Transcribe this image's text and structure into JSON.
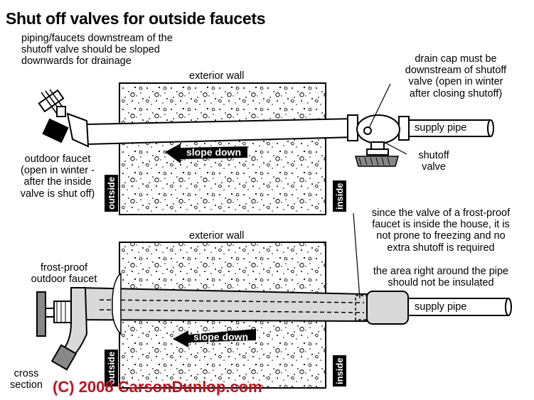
{
  "title": "Shut off valves for outside faucets",
  "note_slope": [
    "piping/faucets downstream of the",
    "shutoff valve should be sloped",
    "downwards for drainage"
  ],
  "top": {
    "wall_label": "exterior wall",
    "drain_cap": [
      "drain cap must be",
      "downstream of shutoff",
      "valve (open in winter",
      "after closing shutoff)"
    ],
    "supply_pipe": "supply pipe",
    "slope_down": "slope down",
    "shutoff_valve": [
      "shutoff",
      "valve"
    ],
    "outdoor_faucet": [
      "outdoor faucet",
      "(open in winter -",
      "after the inside",
      "valve is shut off)"
    ],
    "outside": "outside",
    "inside": "inside"
  },
  "bottom": {
    "wall_label": "exterior wall",
    "frost_proof_note": [
      "since the valve of a frost-proof",
      "faucet is inside the house, it is",
      "not prone to freezing and no",
      "extra shutoff is required"
    ],
    "insulation_note": [
      "the area right around the pipe",
      "should not be insulated"
    ],
    "frost_proof_faucet": [
      "frost-proof",
      "outdoor faucet"
    ],
    "supply_pipe": "supply pipe",
    "slope_down": "slope down",
    "outside": "outside",
    "inside": "inside",
    "cross_section": [
      "cross",
      "section"
    ]
  },
  "copyright": "(C) 2008 CarsonDunlop.com",
  "colors": {
    "copyright": "#c1121f",
    "wall_fill": "#ffffff",
    "pipe_fill": "#ffffff",
    "frost_pipe_fill": "#d9d9d9"
  }
}
